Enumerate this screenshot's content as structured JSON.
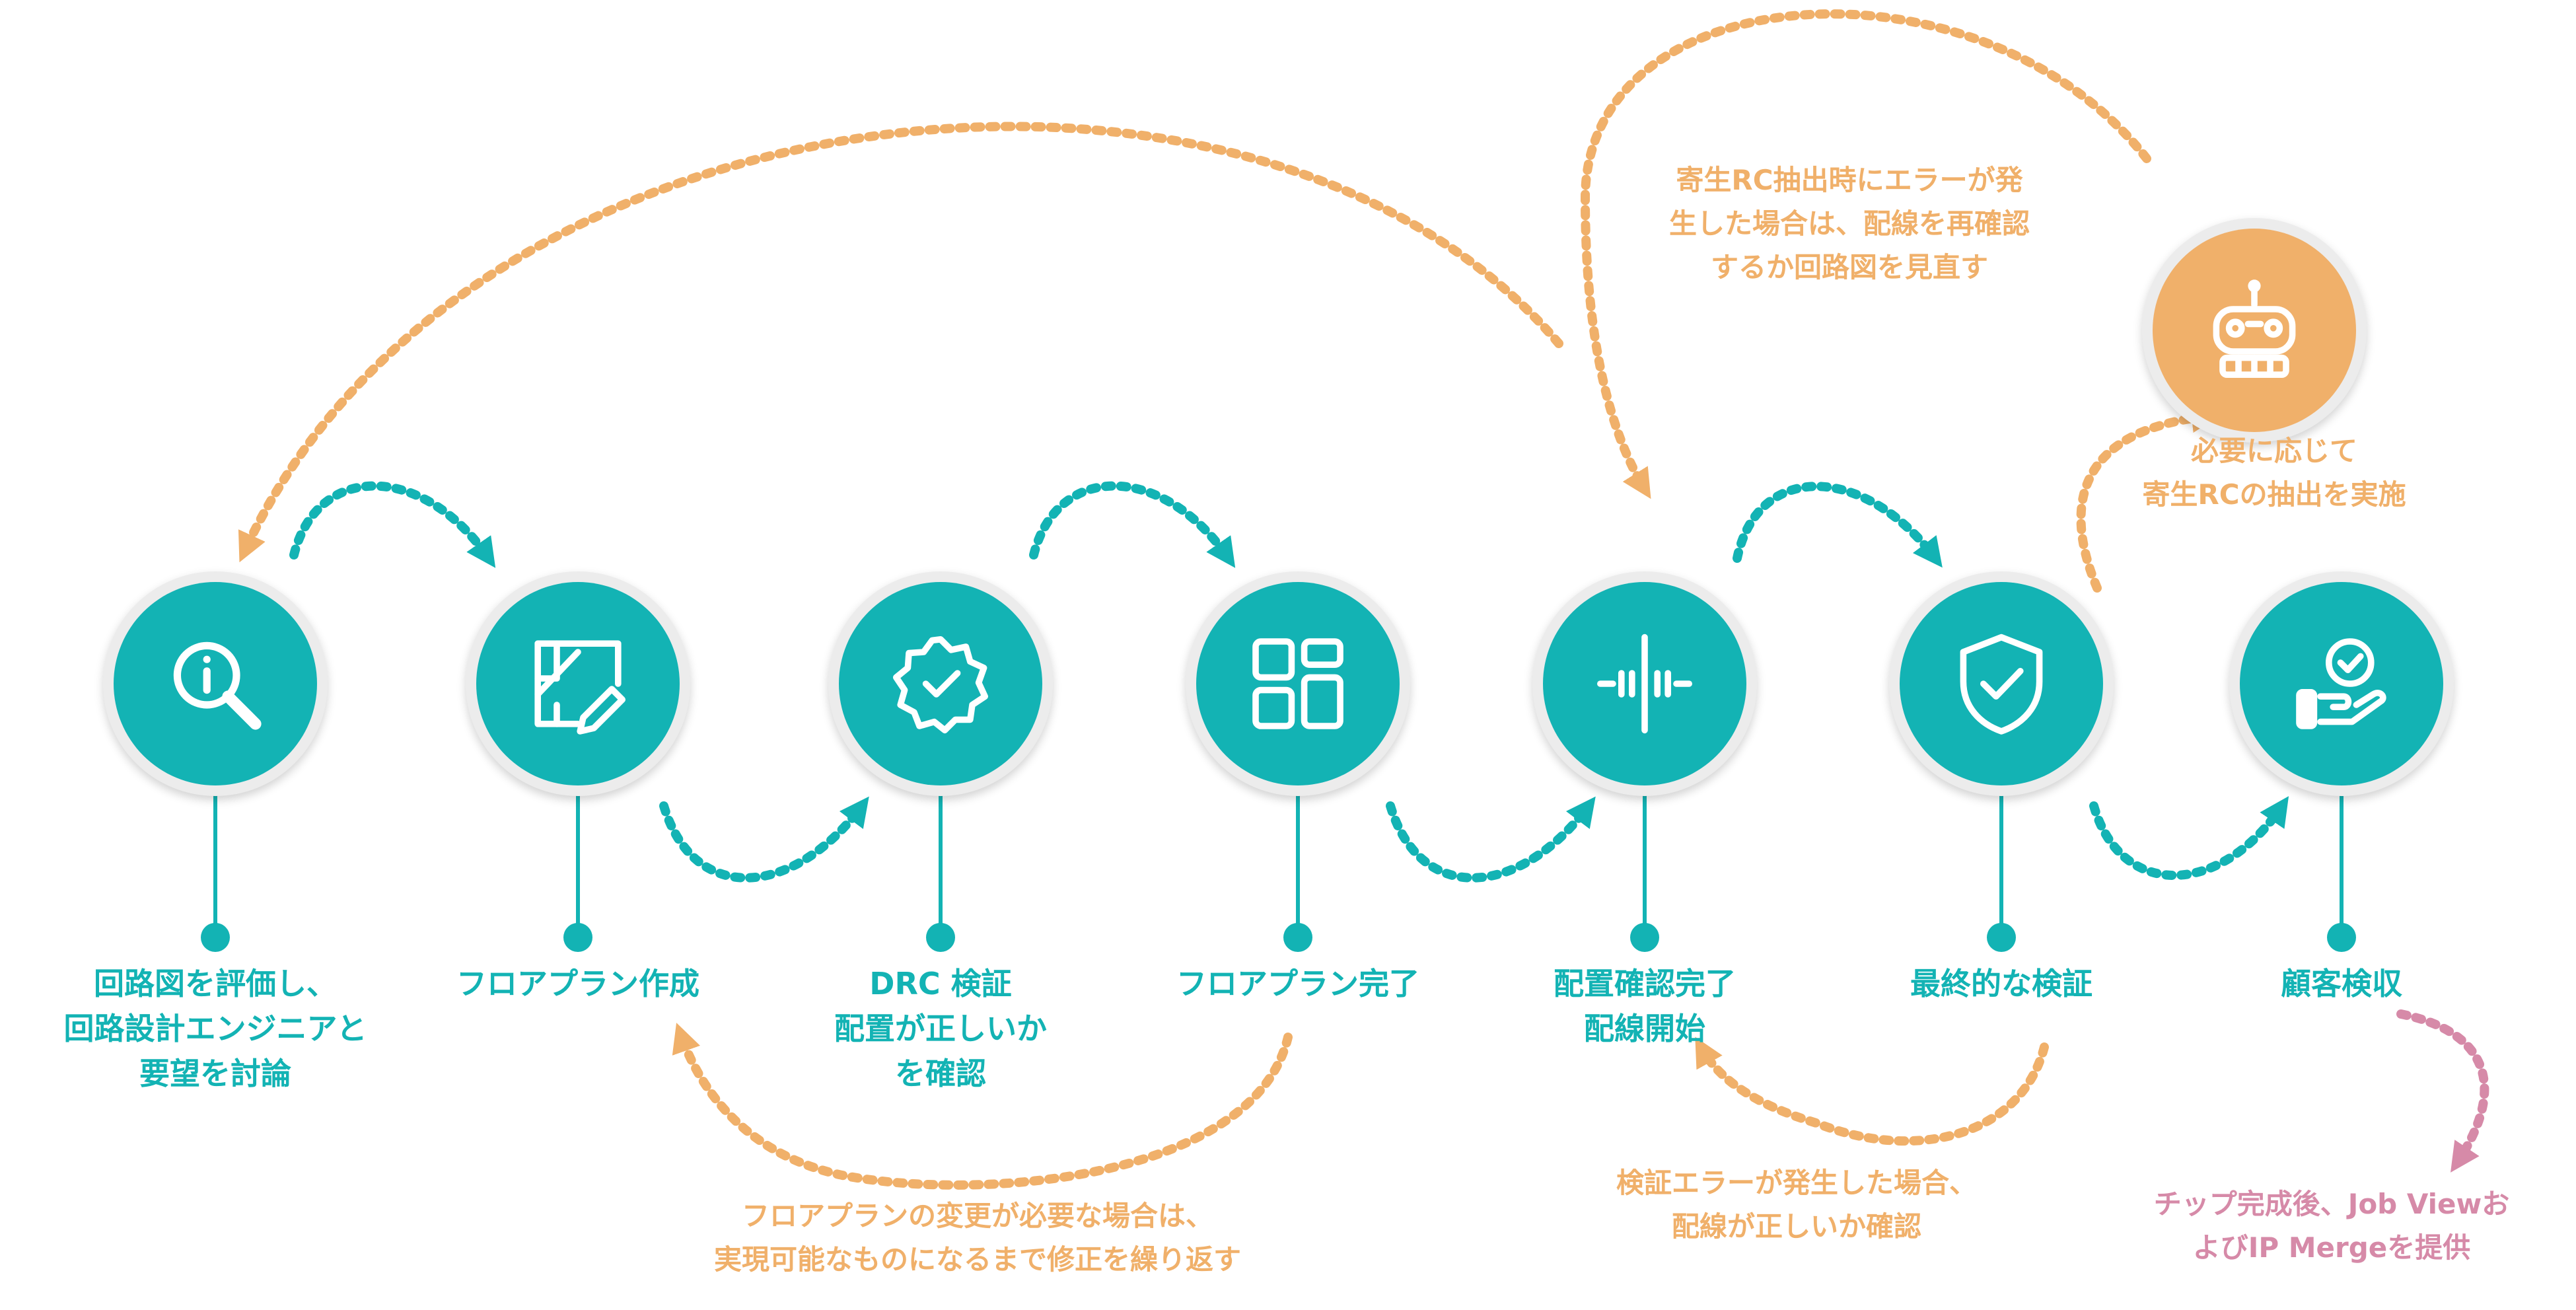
{
  "colors": {
    "teal": "#13b3b4",
    "orange": "#f0b06a",
    "pink": "#d68aa8",
    "ring": "#ececec"
  },
  "steps": [
    {
      "icon": "magnifier-info-icon",
      "label": [
        "回路図を評価し、",
        "回路設計エンジニアと",
        "要望を討論"
      ]
    },
    {
      "icon": "floorplan-pencil-icon",
      "label": [
        "フロアプラン作成"
      ]
    },
    {
      "icon": "badge-check-icon",
      "label": [
        "DRC 検証",
        "配置が正しいか",
        "を確認"
      ]
    },
    {
      "icon": "layout-grid-icon",
      "label": [
        "フロアプラン完了"
      ]
    },
    {
      "icon": "routing-lines-icon",
      "label": [
        "配置確認完了",
        "配線開始"
      ]
    },
    {
      "icon": "shield-check-icon",
      "label": [
        "最終的な検証"
      ]
    },
    {
      "icon": "hand-check-icon",
      "label": [
        "顧客検収"
      ]
    }
  ],
  "extraction": {
    "icon": "rc-extraction-icon",
    "label": [
      "必要に応じて",
      "寄生RCの抽出を実施"
    ]
  },
  "notes": {
    "rc_error": [
      "寄生RC抽出時にエラーが発",
      "生した場合は、配線を再確認",
      "するか回路図を見直す"
    ],
    "floorplan_change": [
      "フロアプランの変更が必要な場合は、",
      "実現可能なものになるまで修正を繰り返す"
    ],
    "verify_error": [
      "検証エラーが発生した場合、",
      "配線が正しいか確認"
    ],
    "delivery": [
      "チップ完成後、Job Viewお",
      "よびIP Mergeを提供"
    ]
  }
}
